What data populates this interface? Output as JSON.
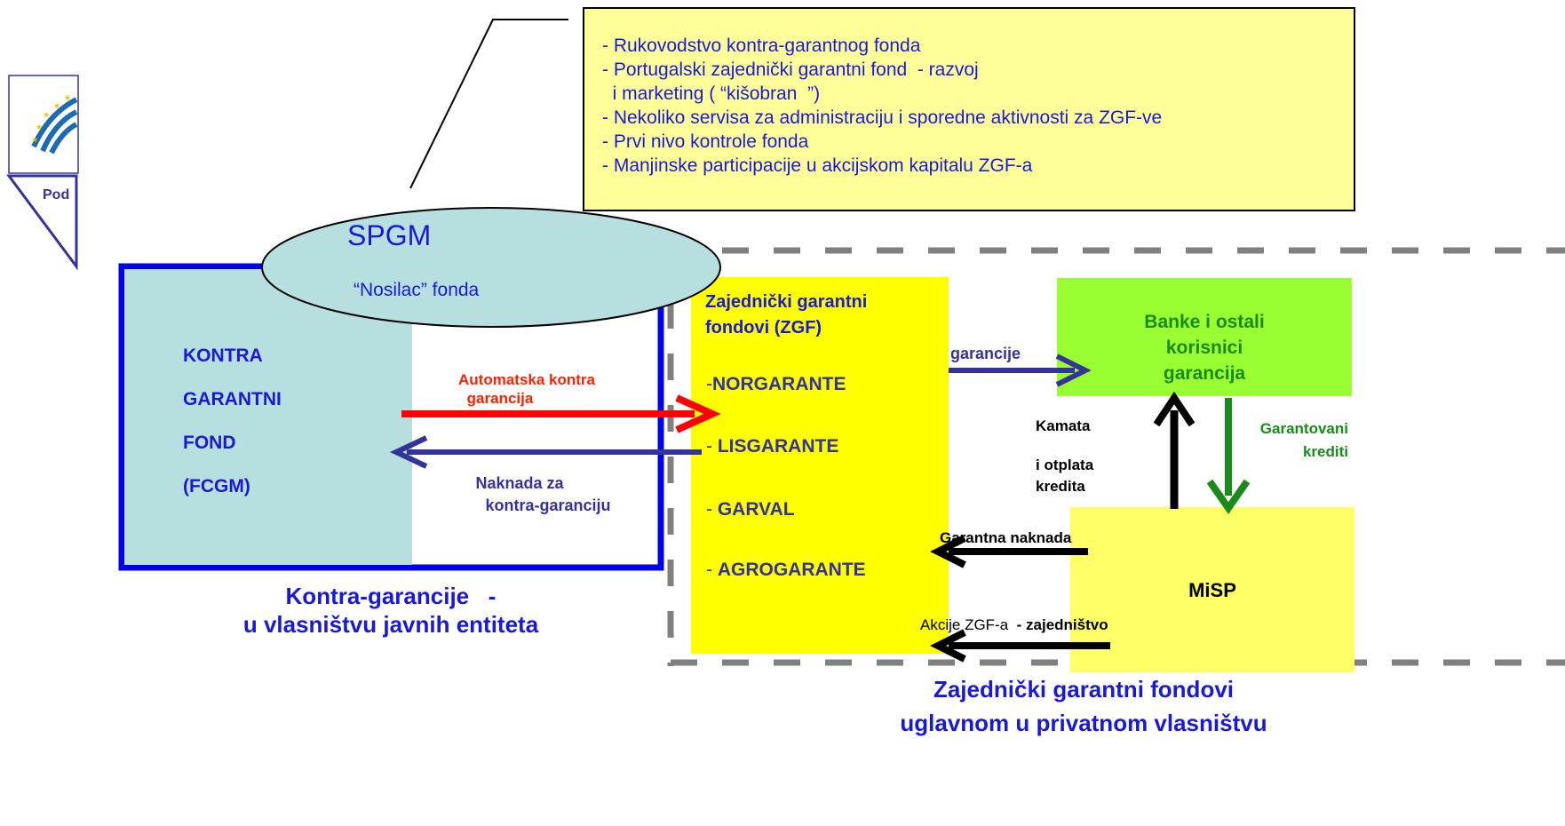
{
  "logo": {
    "text": "Pod",
    "emblem": "eu-stars-logo-icon"
  },
  "callout": {
    "lines": [
      "- Rukovodstvo kontra-garantnog fonda",
      "- Portugalski zajednički garantni fond  - razvoj",
      "  i marketing ( “kišobran  ”)",
      "- Nekoliko servisa za administraciju i sporedne aktivnosti za ZGF-ve",
      "- Prvi nivo kontrole fonda",
      "- Manjinske participacije u akcijskom kapitalu ZGF-a"
    ]
  },
  "spgm": {
    "title": "SPGM",
    "subtitle": "“Nosilac” fonda"
  },
  "counter_fund": {
    "lines": [
      "KONTRA",
      "GARANTNI",
      "FOND",
      "(FCGM)"
    ]
  },
  "arrows": {
    "auto_counter_line1": "Automatska kontra",
    "auto_counter_line2": "garancija",
    "fee_line1": "Naknada za",
    "fee_line2": "kontra-garanciju",
    "garancije": "garancije",
    "interest_line1": "Kamata",
    "interest_line2": "i otplata",
    "interest_line3": "kredita",
    "guaranteed_line1": "Garantovani",
    "guaranteed_line2": "krediti",
    "guarantee_fee": "Garantna naknada",
    "shares_prefix": "Akcije ZGF-a",
    "shares_suffix": "- zajedništvo"
  },
  "mutual_funds": {
    "title_line1": "Zajednički garantni",
    "title_line2": "fondovi (ZGF)",
    "items": [
      "NORGARANTE",
      "LISGARANTE",
      "GARVAL",
      "AGROGARANTE"
    ]
  },
  "banks": {
    "line1": "Banke i ostali",
    "line2": "korisnici",
    "line3": "garancija"
  },
  "misp": {
    "label": "MiSP"
  },
  "captions": {
    "left_line1": "Kontra-garancije   -",
    "left_line2": "u vlasništvu javnih entiteta",
    "right_line1": "Zajednički garantni fondovi",
    "right_line2": "uglavnom u privatnom vlasništvu"
  },
  "colors": {
    "callout_bg": "#ffff99",
    "fund_blue_border": "#0000ee",
    "counter_fund_fill": "#b7dfe0",
    "spgm_fill": "#b7dfe0",
    "zgf_fill": "#ffff00",
    "banks_fill": "#99ff33",
    "misp_fill": "#ffff66",
    "red_arrow": "#ff0000",
    "navy_arrow": "#333399",
    "green_arrow": "#1a8a1a"
  }
}
